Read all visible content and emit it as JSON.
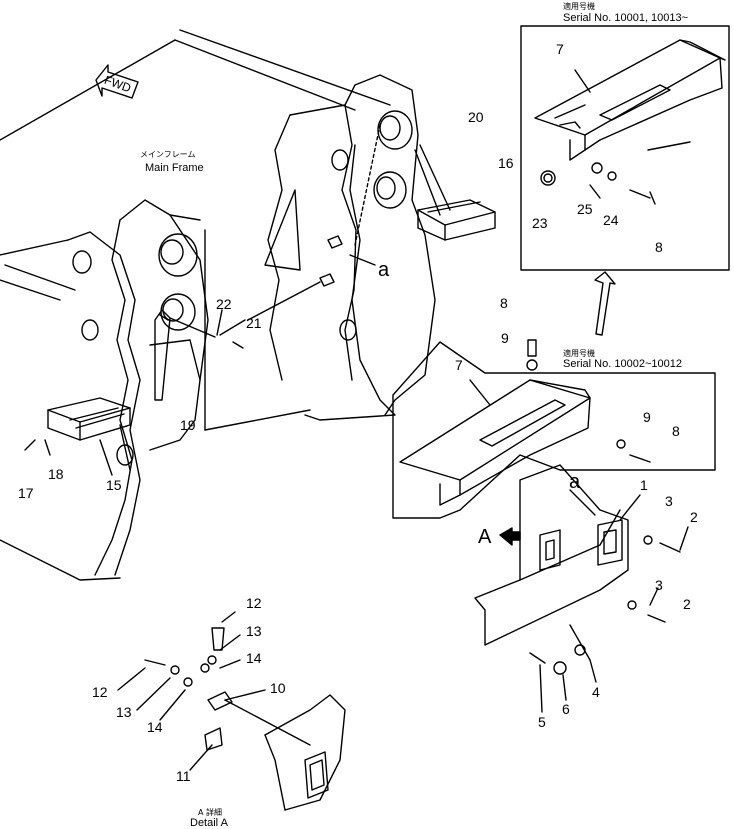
{
  "colors": {
    "ink": "#000000",
    "paper": "#ffffff"
  },
  "fwd_label": "FWD",
  "main_frame": {
    "jp": "メインフレーム",
    "en": "Main Frame"
  },
  "serial_top": {
    "jp": "適用号機",
    "en": "Serial  No.  10001,  10013~"
  },
  "serial_mid": {
    "jp": "適用号機",
    "en": "Serial  No.  10002~10012"
  },
  "detail": {
    "jp": "A 詳細",
    "en": "Detail A"
  },
  "letter_a_frame": "a",
  "letter_a_cover": "a",
  "letter_A_arrow": "A",
  "callouts": {
    "c1": "1",
    "c2a": "2",
    "c2b": "2",
    "c3a": "3",
    "c3b": "3",
    "c4": "4",
    "c5": "5",
    "c6": "6",
    "c7a": "7",
    "c7b": "7",
    "c8a": "8",
    "c8b": "8",
    "c8c": "8",
    "c9a": "9",
    "c9b": "9",
    "c10": "10",
    "c11": "11",
    "c12a": "12",
    "c12b": "12",
    "c13a": "13",
    "c13b": "13",
    "c14a": "14",
    "c14b": "14",
    "c15": "15",
    "c16": "16",
    "c17": "17",
    "c18": "18",
    "c19": "19",
    "c20": "20",
    "c21": "21",
    "c22": "22",
    "c23": "23",
    "c24": "24",
    "c25": "25"
  }
}
